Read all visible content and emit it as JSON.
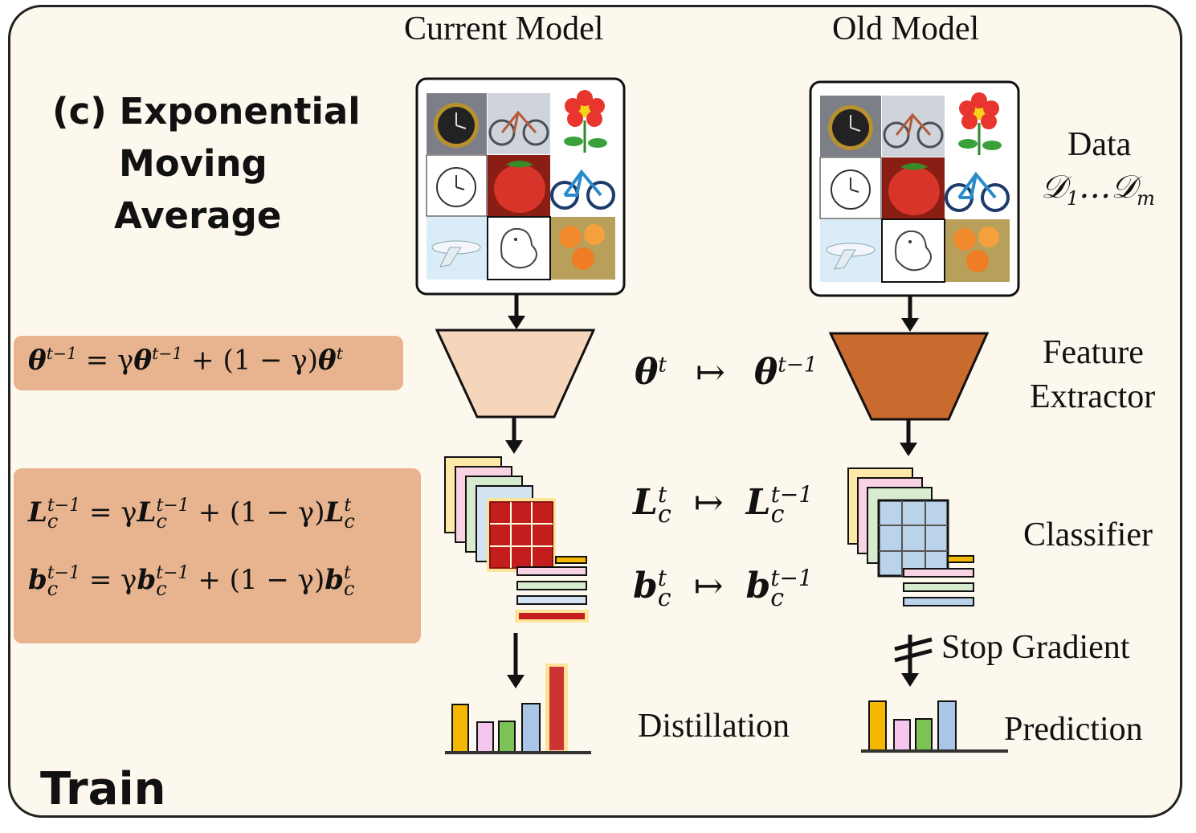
{
  "headers": {
    "current_model": "Current Model",
    "old_model": "Old Model"
  },
  "title": {
    "line1": "(c) Exponential",
    "line2": "Moving",
    "line3": "Average"
  },
  "labels": {
    "data": "Data",
    "data_set_first": "𝒟",
    "data_set_first_sub": "1",
    "data_set_ellipsis": "…",
    "data_set_last": "𝒟",
    "data_set_last_sub": "m",
    "feature_extractor_1": "Feature",
    "feature_extractor_2": "Extractor",
    "classifier": "Classifier",
    "stop_gradient": "Stop Gradient",
    "prediction": "Prediction",
    "distillation": "Distillation",
    "train": "Train"
  },
  "equations": {
    "theta_update": {
      "lhs": "θ",
      "lhs_sup": "t−1",
      "mid": " = γ",
      "mid_sym": "θ",
      "mid_sup": "t−1",
      "rest": " + (1 − γ)",
      "end_sym": "θ",
      "end_sup": "t"
    },
    "L_update": {
      "sym": "L",
      "sup": "t−1",
      "sub": "c",
      "eq": " = γ",
      "rest": " + (1 − γ)",
      "end_sup": "t"
    },
    "b_update": {
      "sym": "b",
      "sup": "t−1",
      "sub": "c",
      "eq": " = γ",
      "rest": " + (1 − γ)",
      "end_sup": "t"
    }
  },
  "mappings": {
    "arrow": "↦",
    "theta": {
      "from": "θ",
      "from_sup": "t",
      "to": "θ",
      "to_sup": "t−1"
    },
    "L": {
      "from": "L",
      "from_sup": "t",
      "from_sub": "c",
      "to": "L",
      "to_sup": "t−1",
      "to_sub": "c"
    },
    "b": {
      "from": "b",
      "from_sup": "t",
      "from_sub": "c",
      "to": "b",
      "to_sup": "t−1",
      "to_sub": "c"
    }
  },
  "colors": {
    "panel_bg": "#fdf8ee",
    "eq_box": "#e7b48f",
    "current_extractor": "#f6d6bb",
    "old_extractor": "#c96a2f",
    "bar_yellow": "#f5b800",
    "bar_pink": "#f6c6ee",
    "bar_green": "#7cc255",
    "bar_blue": "#a9c6e6",
    "bar_red": "#cc3333"
  }
}
